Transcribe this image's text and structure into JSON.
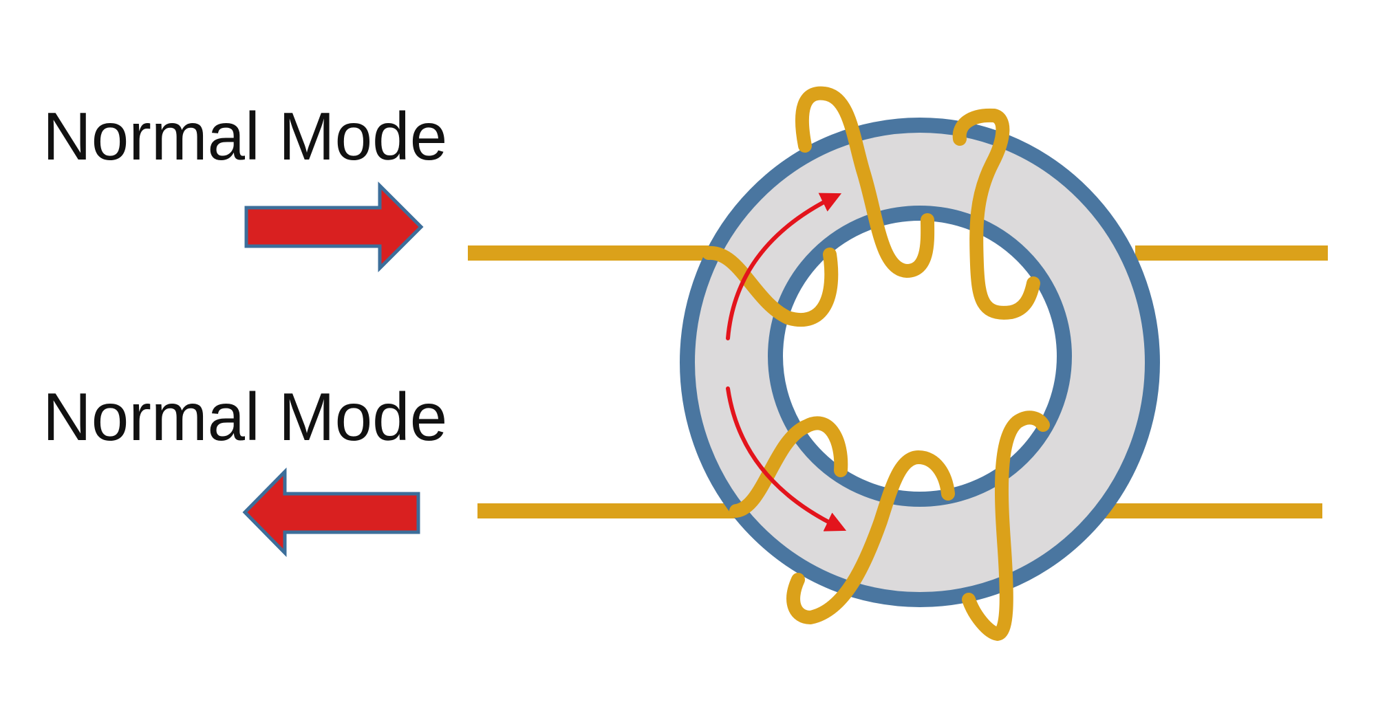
{
  "labels": {
    "top": "Normal Mode",
    "bottom": "Normal Mode"
  },
  "arrows": {
    "top": "right",
    "bottom": "left"
  },
  "colors": {
    "arrow_fill": "#d92020",
    "arrow_outline": "#3c6e9a",
    "wire": "#dba11a",
    "core_fill": "#dcdadb",
    "core_outline": "#4a76a0",
    "flux_arrow": "#e3141c"
  }
}
